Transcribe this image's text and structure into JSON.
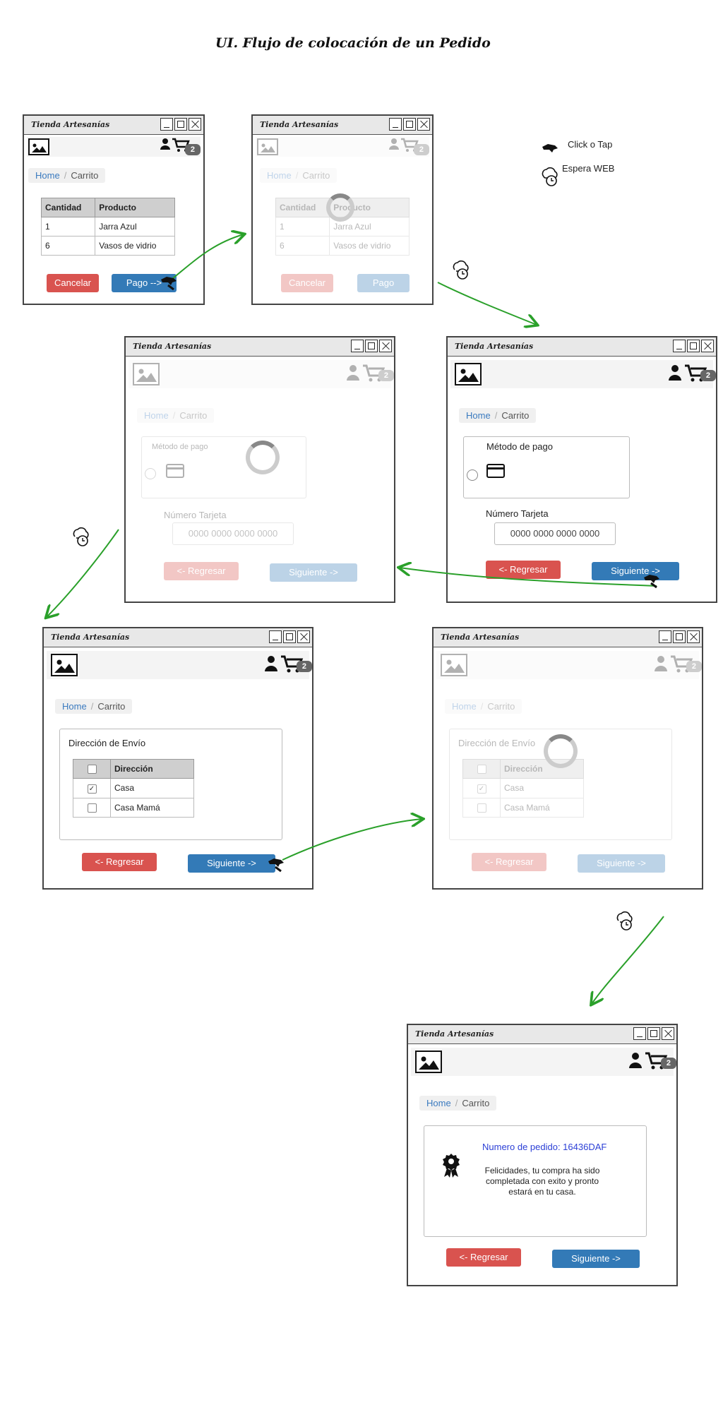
{
  "page_title": "UI. Flujo de colocación de un Pedido",
  "legend": {
    "tap_label": "Click o Tap",
    "wait_label": "Espera WEB"
  },
  "window": {
    "title": "Tienda Artesanías",
    "badge": "2"
  },
  "breadcrumb": {
    "home": "Home",
    "current": "Carrito"
  },
  "cart": {
    "headers": [
      "Cantidad",
      "Producto"
    ],
    "rows": [
      [
        "1",
        "Jarra Azul"
      ],
      [
        "6",
        "Vasos de vidrio"
      ]
    ],
    "cancel_label": "Cancelar",
    "pay_label": "Pago -->"
  },
  "payment": {
    "method_label": "Método de pago",
    "card_number_label": "Número Tarjeta",
    "card_number_value": "0000 0000 0000 0000",
    "back_label": "<- Regresar",
    "next_label": "Siguiente ->"
  },
  "shipping": {
    "heading": "Dirección de Envío",
    "column": "Dirección",
    "rows": [
      {
        "label": "Casa",
        "checked": true
      },
      {
        "label": "Casa Mamá",
        "checked": false
      }
    ]
  },
  "confirmation": {
    "order_number": "Numero de pedido: 16436DAF",
    "message": "Felicidades, tu compra ha sido completada con exito y pronto estará en tu casa."
  },
  "colors": {
    "arrow": "#2aa02a",
    "primary": "#337ab7",
    "danger": "#d9534f",
    "link": "#3a7abf"
  },
  "icons": [
    "tap-hand-icon",
    "web-wait-icon",
    "user-icon",
    "cart-icon",
    "image-icon",
    "credit-card-icon",
    "award-icon"
  ]
}
